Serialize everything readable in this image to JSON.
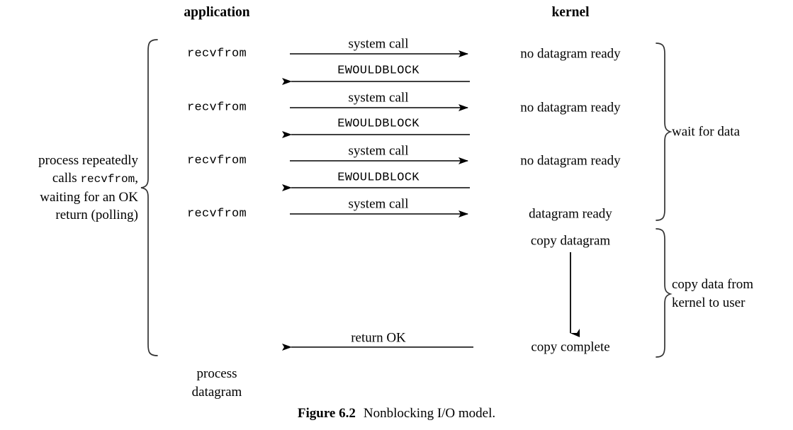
{
  "figure": {
    "caption_label": "Figure 6.2",
    "caption_text": "Nonblocking I/O model.",
    "line_color": "#000000",
    "background": "#ffffff"
  },
  "headers": {
    "application": "application",
    "kernel": "kernel"
  },
  "left_annotation": {
    "line1": "process repeatedly",
    "line2_pre": "calls ",
    "line2_mono": "recvfrom",
    "line2_post": ",",
    "line3": "waiting for an OK",
    "line4": "return (polling)"
  },
  "app_calls": [
    {
      "label": "recvfrom"
    },
    {
      "label": "recvfrom"
    },
    {
      "label": "recvfrom"
    },
    {
      "label": "recvfrom"
    }
  ],
  "app_footer": {
    "line1": "process",
    "line2": "datagram"
  },
  "arrows": [
    {
      "label": "system call",
      "direction": "right",
      "style": "serif"
    },
    {
      "label": "EWOULDBLOCK",
      "direction": "left",
      "style": "mono"
    },
    {
      "label": "system call",
      "direction": "right",
      "style": "serif"
    },
    {
      "label": "EWOULDBLOCK",
      "direction": "left",
      "style": "mono"
    },
    {
      "label": "system call",
      "direction": "right",
      "style": "serif"
    },
    {
      "label": "EWOULDBLOCK",
      "direction": "left",
      "style": "mono"
    },
    {
      "label": "system call",
      "direction": "right",
      "style": "serif"
    },
    {
      "label": "return OK",
      "direction": "left",
      "style": "serif"
    }
  ],
  "kernel_states": [
    {
      "label": "no datagram ready"
    },
    {
      "label": "no datagram ready"
    },
    {
      "label": "no datagram ready"
    },
    {
      "label": "datagram ready"
    },
    {
      "label": "copy datagram"
    },
    {
      "label": "copy complete"
    }
  ],
  "right_braces": [
    {
      "label": "wait for data"
    },
    {
      "label_line1": "copy data from",
      "label_line2": "kernel to user"
    }
  ]
}
